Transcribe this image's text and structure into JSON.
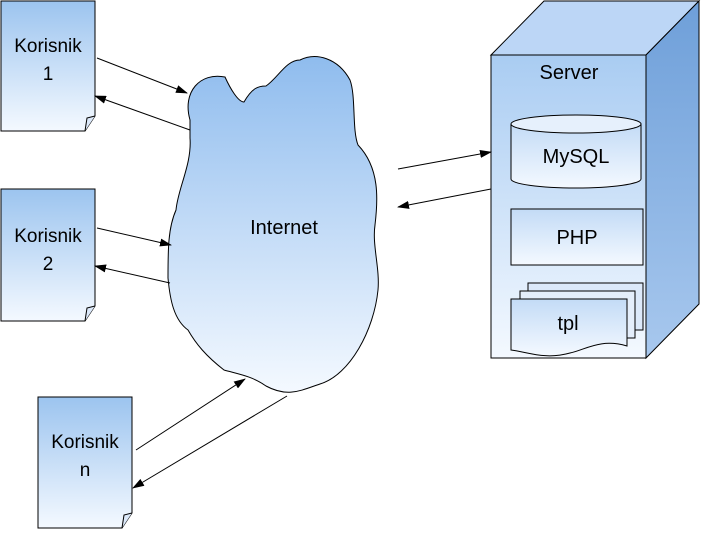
{
  "diagram": {
    "users": [
      {
        "name": "Korisnik",
        "id": "1"
      },
      {
        "name": "Korisnik",
        "id": "2"
      },
      {
        "name": "Korisnik",
        "id": "n"
      }
    ],
    "cloud_label": "Internet",
    "server": {
      "label": "Server",
      "components": {
        "database": "MySQL",
        "engine": "PHP",
        "templates": "tpl"
      }
    }
  },
  "colors": {
    "fill_light": "#f4f9ff",
    "fill_dark": "#9cc4ef",
    "server_side": "#7fa9de",
    "server_top": "#bcd6f6",
    "stroke": "#000000"
  }
}
